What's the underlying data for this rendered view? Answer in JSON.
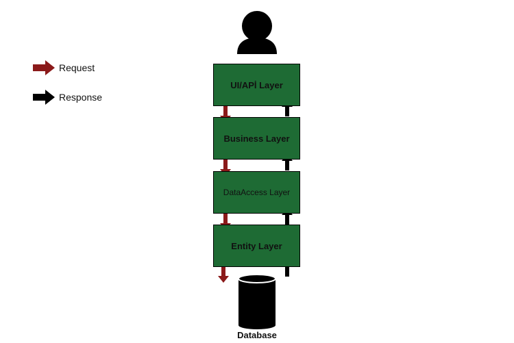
{
  "legend": {
    "request": {
      "label": "Request",
      "color": "#8b1a1a"
    },
    "response": {
      "label": "Response",
      "color": "#000000"
    }
  },
  "layers": [
    {
      "id": "ui",
      "label": "UI/APİ Layer"
    },
    {
      "id": "business",
      "label": "Business Layer"
    },
    {
      "id": "dataaccess",
      "label": "DataAccess Layer"
    },
    {
      "id": "entity",
      "label": "Entity Layer"
    }
  ],
  "database": {
    "label": "Database"
  },
  "colors": {
    "layer_fill": "#1e6b34",
    "request_arrow": "#8b1a1a",
    "response_arrow": "#000000"
  },
  "icons": {
    "user": "user-icon",
    "database": "database-icon"
  }
}
